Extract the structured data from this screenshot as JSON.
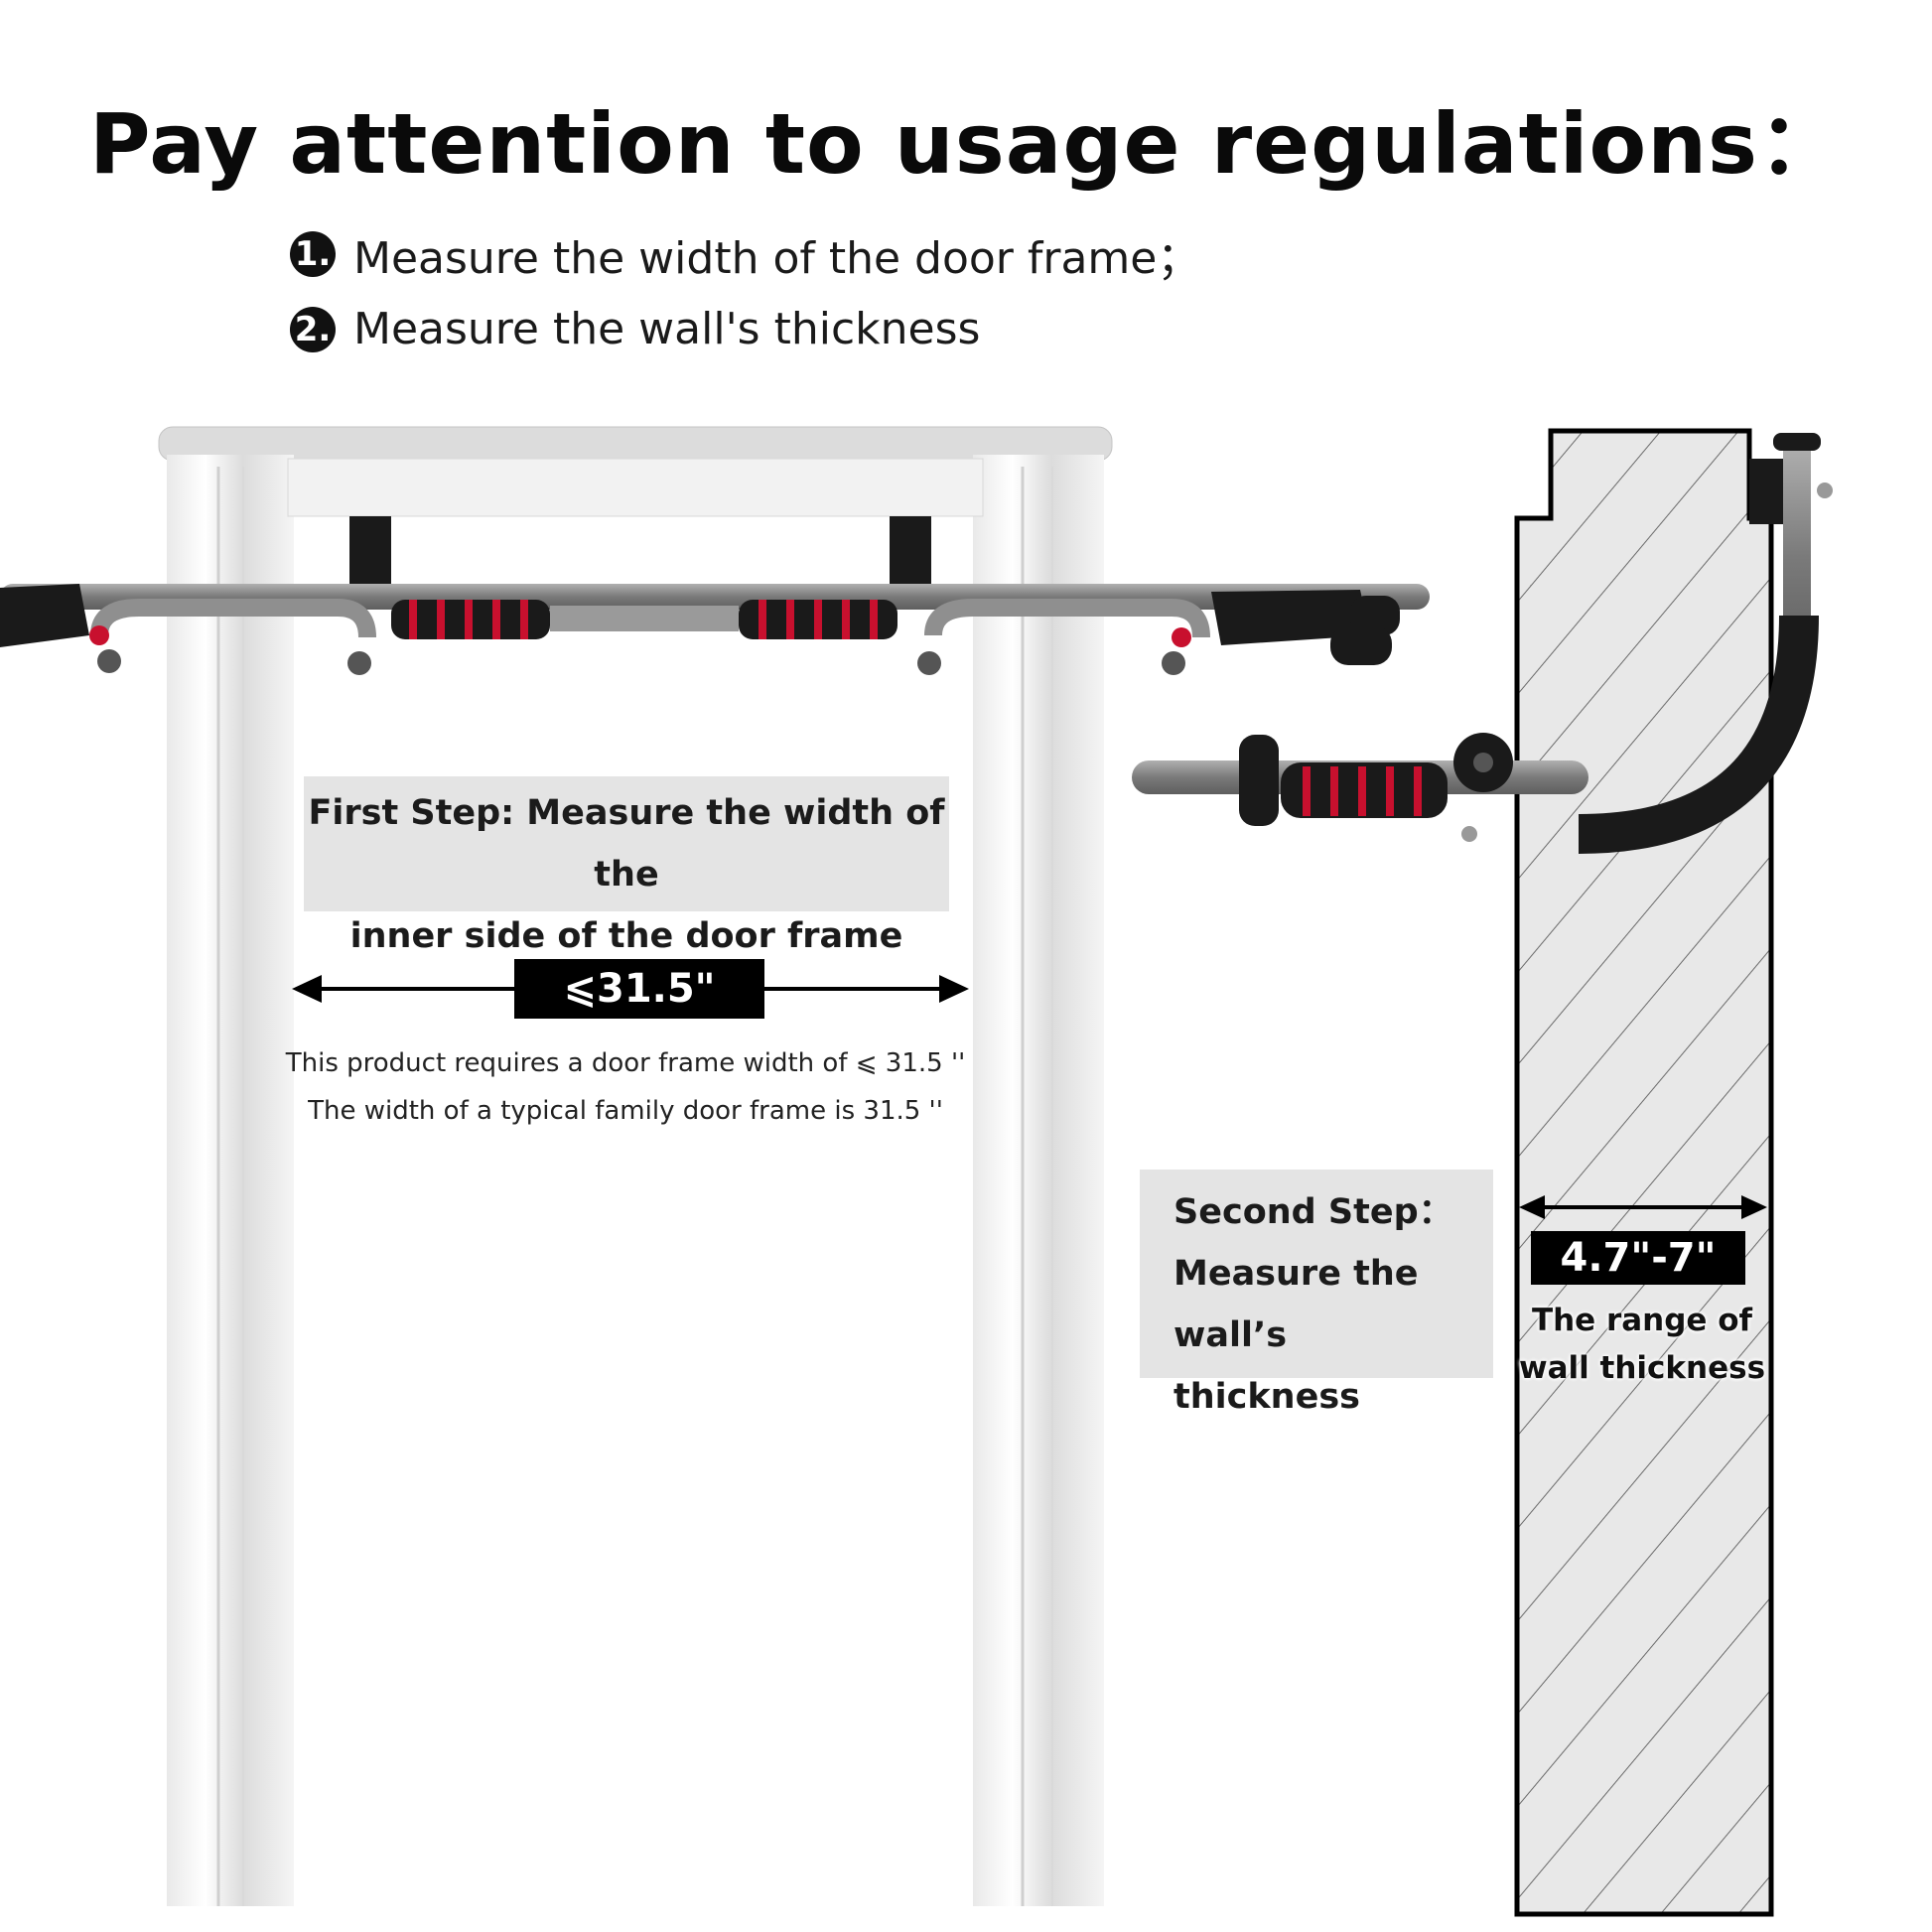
{
  "title": "Pay attention to usage regulations：",
  "steps": [
    {
      "number": "1.",
      "text": "Measure the width of the door frame；"
    },
    {
      "number": "2.",
      "text": "Measure the wall's thickness"
    }
  ],
  "first_step": {
    "line1": "First Step: Measure the width of the",
    "line2": "inner side of the door frame",
    "measure_label": "⩽31.5\"",
    "note1": "This product requires a door frame width of ⩽ 31.5 ''",
    "note2": "The width of a typical family door frame is 31.5 ''"
  },
  "second_step": {
    "line1": "Second Step：",
    "line2": "Measure the wall’s",
    "line3": "thickness",
    "measure_label": "4.7\"-7\"",
    "range_line1": "The range of",
    "range_line2": "wall thickness"
  },
  "colors": {
    "bar_gray": "#8a8a8a",
    "foam_black": "#1a1a1a",
    "grip_red": "#c8102e",
    "frame_white": "#f2f2f2",
    "wall_fill": "#e6e6e6"
  }
}
